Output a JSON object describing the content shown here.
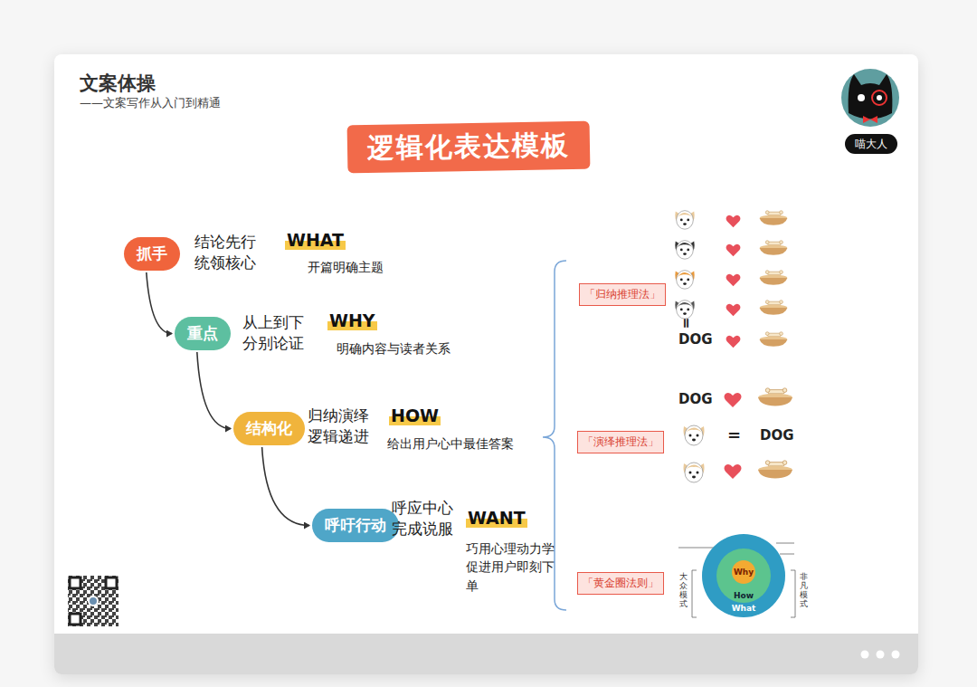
{
  "diagram": {
    "title": "逻辑化表达模板",
    "nodes": [
      {
        "text": [
          "抓手"
        ]
      },
      {
        "text": [
          "重点"
        ]
      },
      {
        "text": [
          "结构化"
        ]
      },
      {
        "text": [
          "呼吁行动"
        ]
      },
      {
        "text": [
          "「归纳推理法」"
        ]
      },
      {
        "text": [
          "「演绎推理法」"
        ]
      },
      {
        "text": [
          "「黄金圈法则」"
        ]
      },
      {
        "text": [
          "What"
        ]
      },
      {
        "text": [
          "How"
        ],
        "in": 7
      },
      {
        "text": [
          "Why"
        ],
        "in": 8
      }
    ],
    "edges": [
      {
        "from": 0,
        "to": 1,
        "arrow": "to"
      },
      {
        "from": 1,
        "to": 2,
        "arrow": "to"
      },
      {
        "from": 2,
        "to": 3,
        "arrow": "to"
      }
    ],
    "labels": [
      "文案体操",
      "——文案写作从入门到精通",
      "喵大人",
      "结论先行 统领核心",
      "WHAT",
      "开篇明确主题",
      "从上到下 分别论证",
      "WHY",
      "明确内容与读者关系",
      "归纳演绎 逻辑递进",
      "HOW",
      "给出用户心中最佳答案",
      "呼应中心 完成说服",
      "WANT",
      "巧用心理动力学 促进用户即刻下单",
      "=",
      "DOG",
      "DOG",
      "=",
      "DOG",
      "大众模式",
      "非凡模式"
    ]
  }
}
